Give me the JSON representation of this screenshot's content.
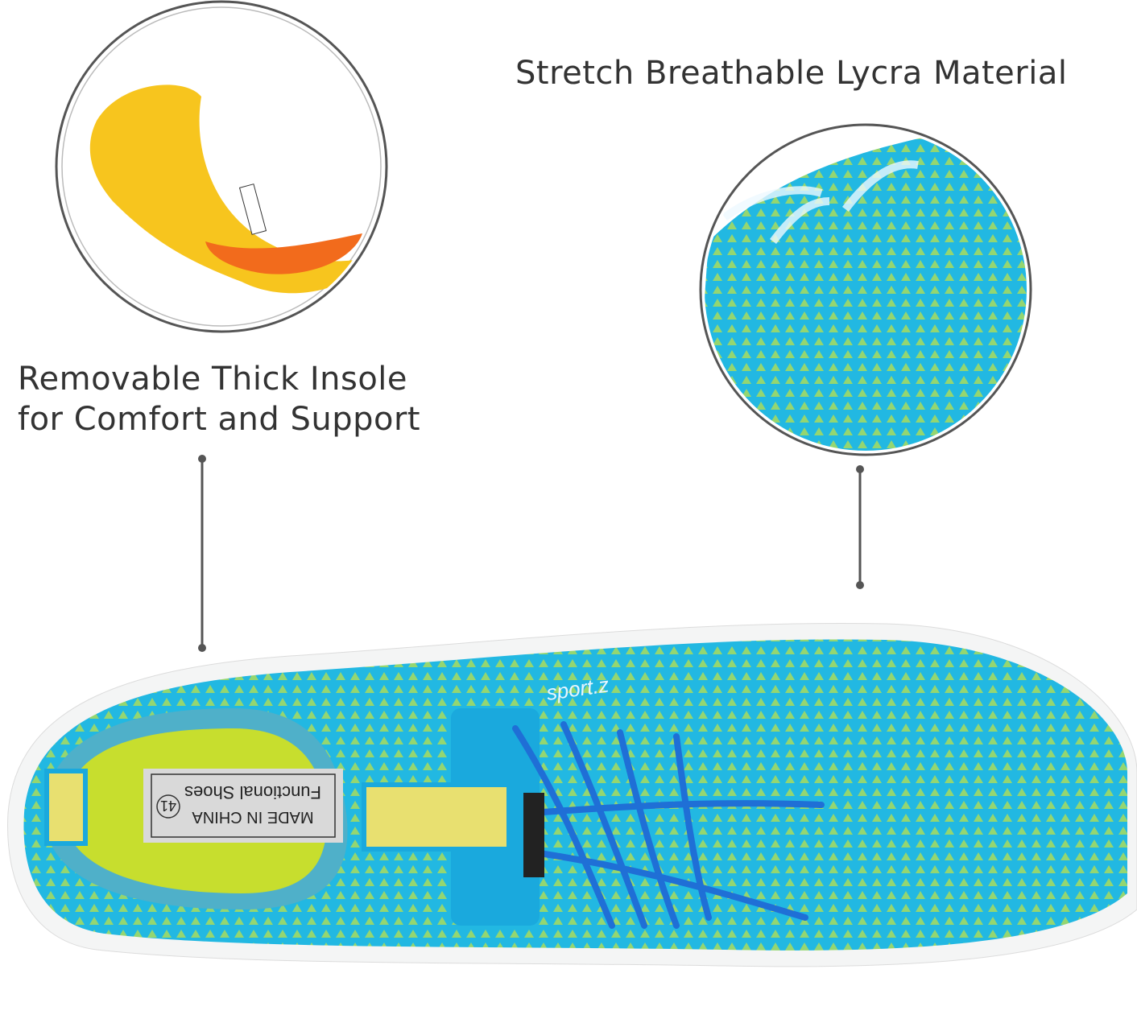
{
  "features": [
    {
      "id": "insole",
      "lines": [
        "Removable Thick Insole",
        "for Comfort and Support"
      ]
    },
    {
      "id": "lycra",
      "lines": [
        "Stretch Breathable Lycra Material"
      ]
    }
  ],
  "shoe": {
    "brand": "sport.z",
    "label": {
      "size": "41",
      "origin": "MADE IN CHINA",
      "name": "Functional Shoes"
    }
  },
  "colors": {
    "mesh": "#1fb6e0",
    "accent": "#c8e63a",
    "insole_top": "#f7c51e",
    "insole_bottom": "#f26b1c",
    "lace": "#1f6fd6"
  }
}
